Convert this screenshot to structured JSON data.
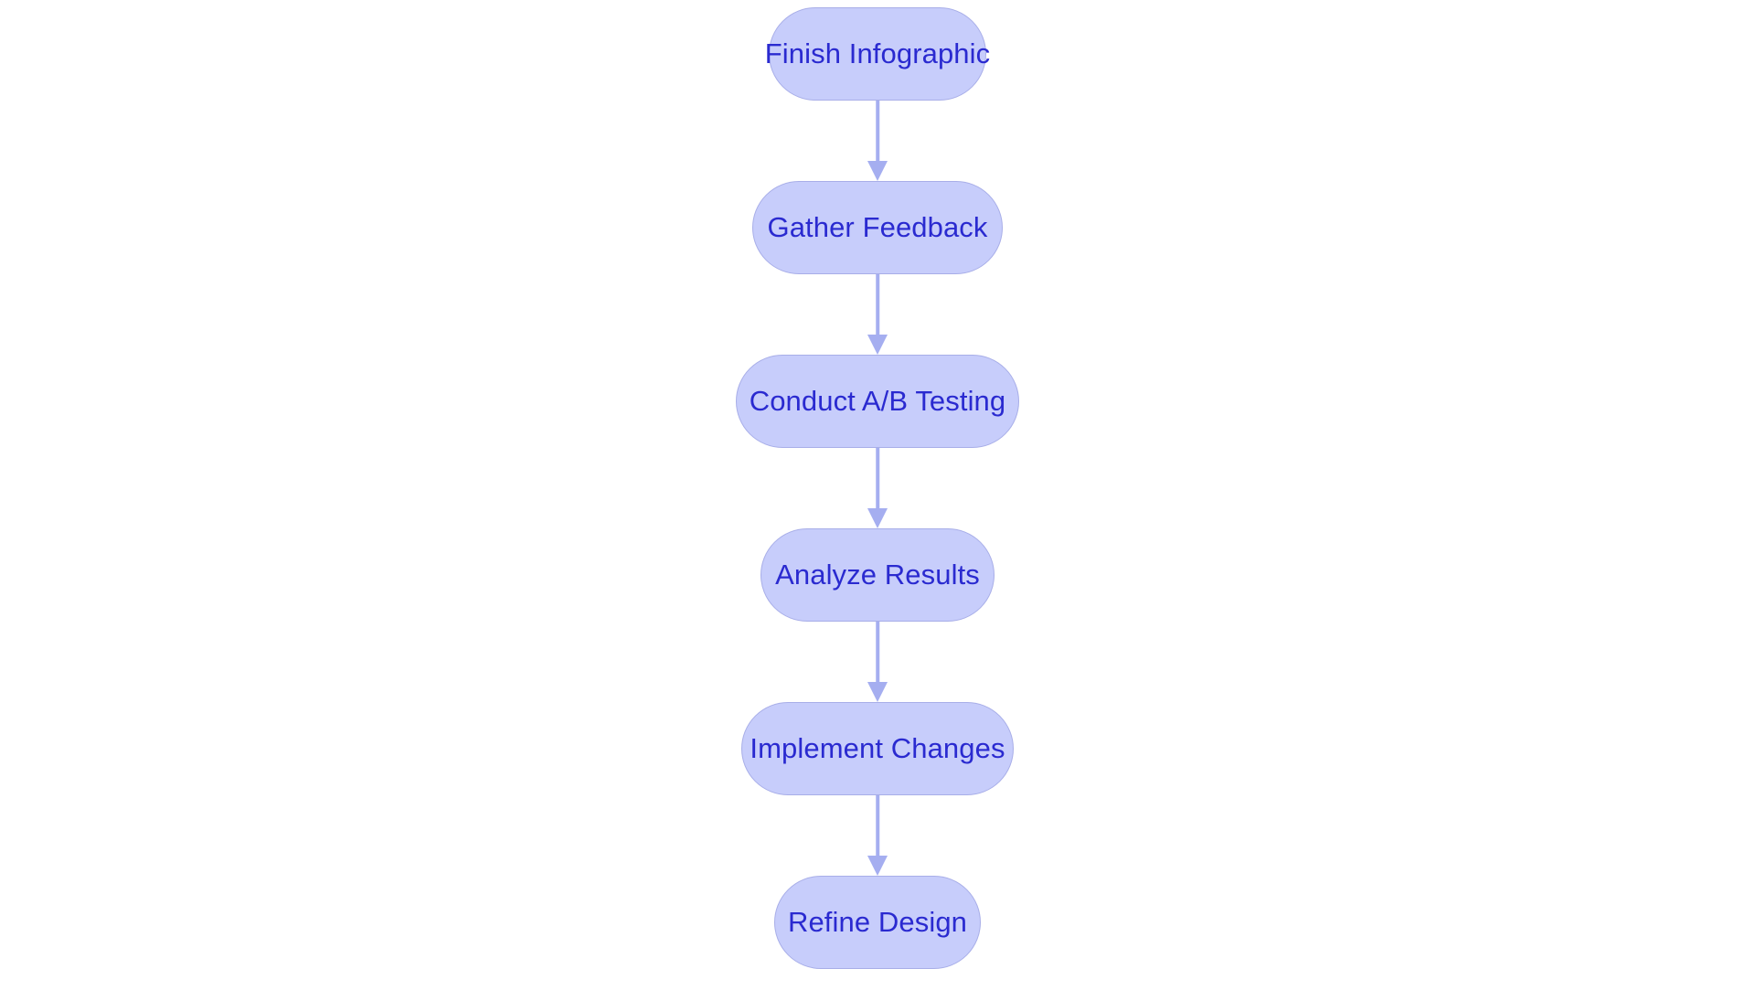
{
  "diagram": {
    "type": "flowchart",
    "orientation": "top-to-bottom",
    "background_color": "#ffffff",
    "node_fill_color": "#c7cdfb",
    "node_border_color": "#a8aee8",
    "node_text_color": "#2a2ad0",
    "connector_color": "#a5aef0",
    "nodes": [
      {
        "id": "n0",
        "label": "Finish Infographic"
      },
      {
        "id": "n1",
        "label": "Gather Feedback"
      },
      {
        "id": "n2",
        "label": "Conduct A/B Testing"
      },
      {
        "id": "n3",
        "label": "Analyze Results"
      },
      {
        "id": "n4",
        "label": "Implement Changes"
      },
      {
        "id": "n5",
        "label": "Refine Design"
      }
    ],
    "edges": [
      {
        "from": "n0",
        "to": "n1",
        "arrow": "down-arrow"
      },
      {
        "from": "n1",
        "to": "n2",
        "arrow": "down-arrow"
      },
      {
        "from": "n2",
        "to": "n3",
        "arrow": "down-arrow"
      },
      {
        "from": "n3",
        "to": "n4",
        "arrow": "down-arrow"
      },
      {
        "from": "n4",
        "to": "n5",
        "arrow": "down-arrow"
      }
    ]
  }
}
